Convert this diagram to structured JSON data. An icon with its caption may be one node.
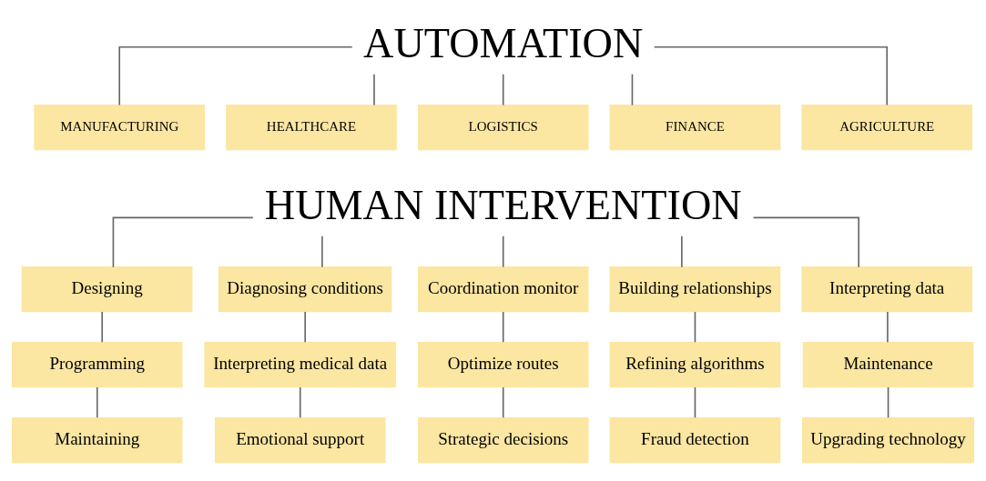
{
  "diagram": {
    "nodes": [
      {
        "text": [
          "AUTOMATION"
        ]
      },
      {
        "text": [
          "MANUFACTURING"
        ]
      },
      {
        "text": [
          "HEALTHCARE"
        ]
      },
      {
        "text": [
          "LOGISTICS"
        ]
      },
      {
        "text": [
          "FINANCE"
        ]
      },
      {
        "text": [
          "AGRICULTURE"
        ]
      },
      {
        "text": [
          "HUMAN INTERVENTION"
        ]
      },
      {
        "text": [
          "Designing"
        ]
      },
      {
        "text": [
          "Programming"
        ]
      },
      {
        "text": [
          "Maintaining"
        ]
      },
      {
        "text": [
          "Diagnosing conditions"
        ]
      },
      {
        "text": [
          "Interpreting medical data"
        ]
      },
      {
        "text": [
          "Emotional support"
        ]
      },
      {
        "text": [
          "Coordination monitor"
        ]
      },
      {
        "text": [
          "Optimize routes"
        ]
      },
      {
        "text": [
          "Strategic decisions"
        ]
      },
      {
        "text": [
          "Building relationships"
        ]
      },
      {
        "text": [
          "Refining algorithms"
        ]
      },
      {
        "text": [
          "Fraud detection"
        ]
      },
      {
        "text": [
          "Interpreting data"
        ]
      },
      {
        "text": [
          "Maintenance"
        ]
      },
      {
        "text": [
          "Upgrading technology"
        ]
      }
    ],
    "edges": [
      {
        "from": 0,
        "to": 1,
        "arrow": "none"
      },
      {
        "from": 0,
        "to": 2,
        "arrow": "none"
      },
      {
        "from": 0,
        "to": 3,
        "arrow": "none"
      },
      {
        "from": 0,
        "to": 4,
        "arrow": "none"
      },
      {
        "from": 0,
        "to": 5,
        "arrow": "none"
      },
      {
        "from": 6,
        "to": 7,
        "arrow": "none"
      },
      {
        "from": 7,
        "to": 8,
        "arrow": "none"
      },
      {
        "from": 8,
        "to": 9,
        "arrow": "none"
      },
      {
        "from": 6,
        "to": 10,
        "arrow": "none"
      },
      {
        "from": 10,
        "to": 11,
        "arrow": "none"
      },
      {
        "from": 11,
        "to": 12,
        "arrow": "none"
      },
      {
        "from": 6,
        "to": 13,
        "arrow": "none"
      },
      {
        "from": 13,
        "to": 14,
        "arrow": "none"
      },
      {
        "from": 14,
        "to": 15,
        "arrow": "none"
      },
      {
        "from": 6,
        "to": 16,
        "arrow": "none"
      },
      {
        "from": 16,
        "to": 17,
        "arrow": "none"
      },
      {
        "from": 17,
        "to": 18,
        "arrow": "none"
      },
      {
        "from": 6,
        "to": 19,
        "arrow": "none"
      },
      {
        "from": 19,
        "to": 20,
        "arrow": "none"
      },
      {
        "from": 20,
        "to": 21,
        "arrow": "none"
      }
    ]
  }
}
